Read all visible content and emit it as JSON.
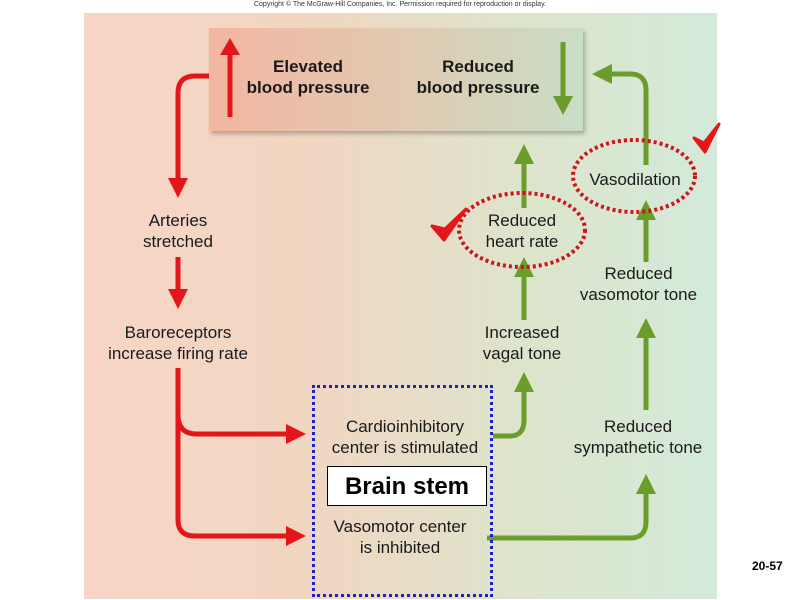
{
  "copyright": "Copyright © The McGraw-Hill Companies, Inc. Permission required for reproduction or display.",
  "top_box": {
    "elevated": [
      "Elevated",
      "blood pressure"
    ],
    "reduced": [
      "Reduced",
      "blood pressure"
    ]
  },
  "left_path": {
    "arteries": [
      "Arteries",
      "stretched"
    ],
    "baroreceptors": [
      "Baroreceptors",
      "increase firing rate"
    ]
  },
  "brain_stem": {
    "label": "Brain stem",
    "cardio": [
      "Cardioinhibitory",
      "center is stimulated"
    ],
    "vasomotor": [
      "Vasomotor center",
      "is inhibited"
    ]
  },
  "right_path": {
    "vagal": [
      "Increased",
      "vagal tone"
    ],
    "heart_rate": [
      "Reduced",
      "heart rate"
    ],
    "sympathetic": [
      "Reduced",
      "sympathetic tone"
    ],
    "vasomotor_tone": [
      "Reduced",
      "vasomotor tone"
    ],
    "vasodilation": "Vasodilation"
  },
  "slide_number": "20-57",
  "colors": {
    "red_arrow": "#e3161b",
    "green_arrow": "#6b9d2a",
    "highlight_ellipse": "#d0121b",
    "brainstem_border": "#1c22c8"
  },
  "icons": [
    "up-arrow-icon",
    "down-arrow-icon",
    "checkmark-icon"
  ]
}
